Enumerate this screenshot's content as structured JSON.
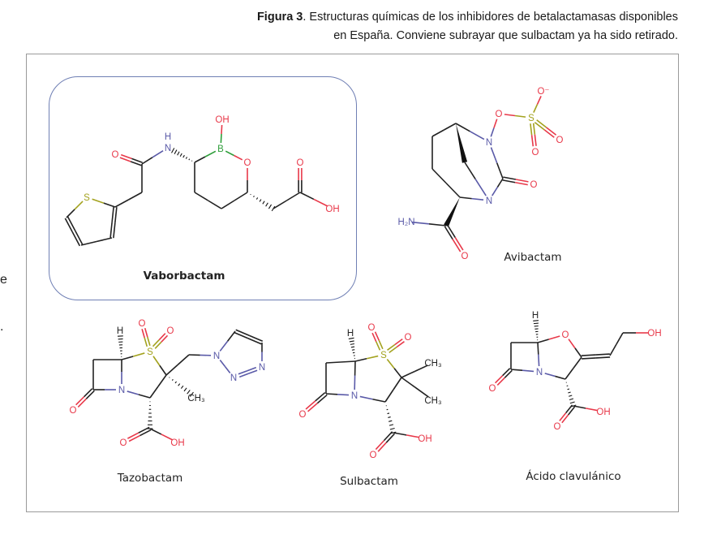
{
  "caption": {
    "figure_label": "Figura 3",
    "line1": ". Estructuras químicas de los inhibidores de betalactamasas disponibles",
    "line2": "en España. Conviene subrayar que sulbactam ya ha sido retirado."
  },
  "edge_fragments": [
    "e",
    "."
  ],
  "molecules": [
    {
      "name": "Vaborbactam",
      "labels": [
        "O",
        "N",
        "H",
        "B",
        "OH",
        "O",
        "O",
        "OH",
        "S"
      ]
    },
    {
      "name": "Avibactam",
      "labels": [
        "N",
        "O",
        "S",
        "O⁻",
        "O",
        "O",
        "O",
        "N",
        "H₂N",
        "O"
      ]
    },
    {
      "name": "Tazobactam",
      "labels": [
        "H",
        "S",
        "O",
        "O",
        "N",
        "O",
        "CH₃",
        "N",
        "N",
        "N",
        "O",
        "OH"
      ]
    },
    {
      "name": "Sulbactam",
      "labels": [
        "H",
        "S",
        "O",
        "O",
        "CH₃",
        "CH₃",
        "N",
        "O",
        "OH",
        "O"
      ]
    },
    {
      "name": "Ácido clavulánico",
      "labels": [
        "H",
        "O",
        "OH",
        "N",
        "O",
        "OH",
        "O"
      ]
    }
  ],
  "colors": {
    "carbon": "#222222",
    "oxygen": "#e8394a",
    "nitrogen": "#5a5aa8",
    "sulfur": "#a3a21e",
    "boron": "#2e9e3a"
  }
}
